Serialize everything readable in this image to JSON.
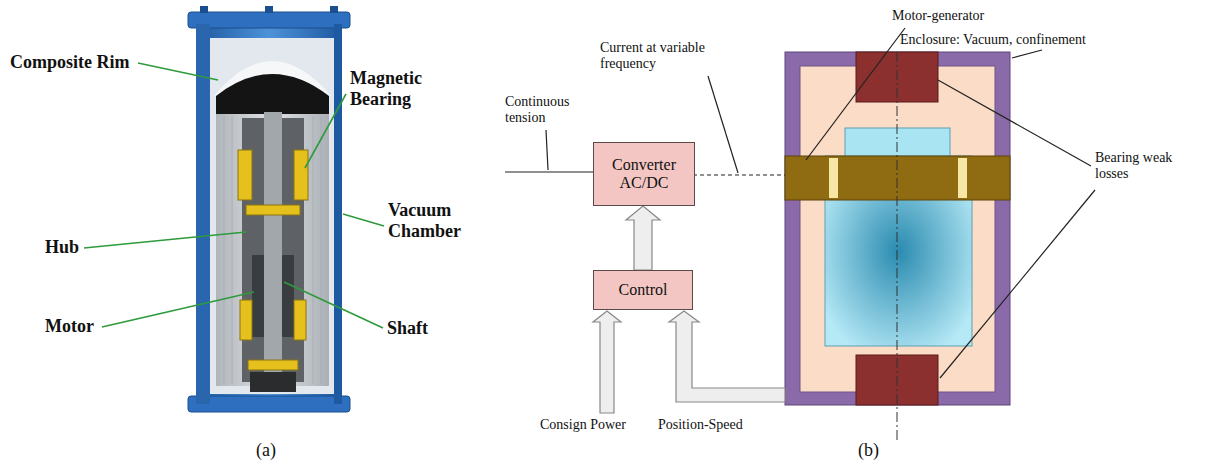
{
  "diagram": {
    "nodes": [
      {
        "text": [
          "Converter AC/DC"
        ]
      },
      {
        "text": [
          "Control"
        ]
      }
    ],
    "edges": [
      {
        "from": 1,
        "to": 0,
        "arrow": "to"
      }
    ],
    "labels": [
      "Composite Rim",
      "Magnetic Bearing",
      "Hub",
      "Vacuum Chamber",
      "Motor",
      "Shaft",
      "(a)",
      "Motor-generator",
      "Current at variable frequency",
      "Enclosure: Vacuum, confinement",
      "Continuous tension",
      "Bearing weak losses",
      "Consign Power",
      "Position-Speed",
      "(b)"
    ]
  }
}
